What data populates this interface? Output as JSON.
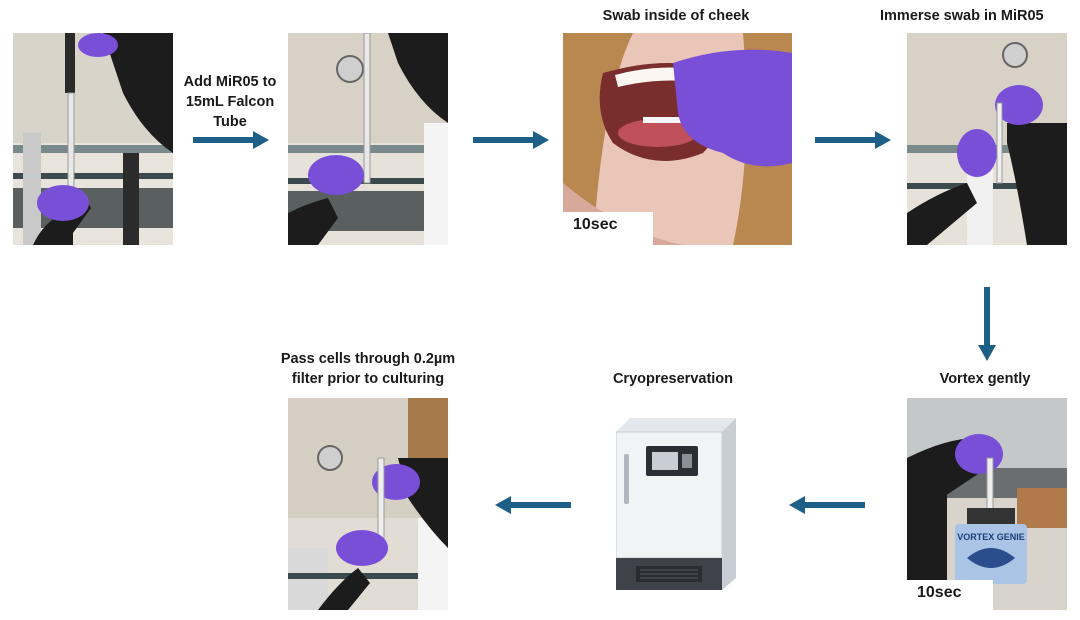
{
  "steps": {
    "add_mir05": {
      "label_line1": "Add MiR05 to",
      "label_line2": "15mL Falcon",
      "label_line3": "Tube"
    },
    "swab_cheek": {
      "label": "Swab inside of cheek",
      "time": "10sec"
    },
    "immerse_swab": {
      "label": "Immerse swab in MiR05"
    },
    "vortex": {
      "label": "Vortex gently",
      "time": "10sec",
      "device_text": "VORTEX GENIE"
    },
    "cryo": {
      "label": "Cryopreservation"
    },
    "filter": {
      "label_line1": "Pass cells through 0.2µm",
      "label_line2": "filter prior to culturing"
    }
  },
  "colors": {
    "arrow": "#1d5f86",
    "glove": "#7a4fd8",
    "sleeve": "#1c1c1c"
  }
}
